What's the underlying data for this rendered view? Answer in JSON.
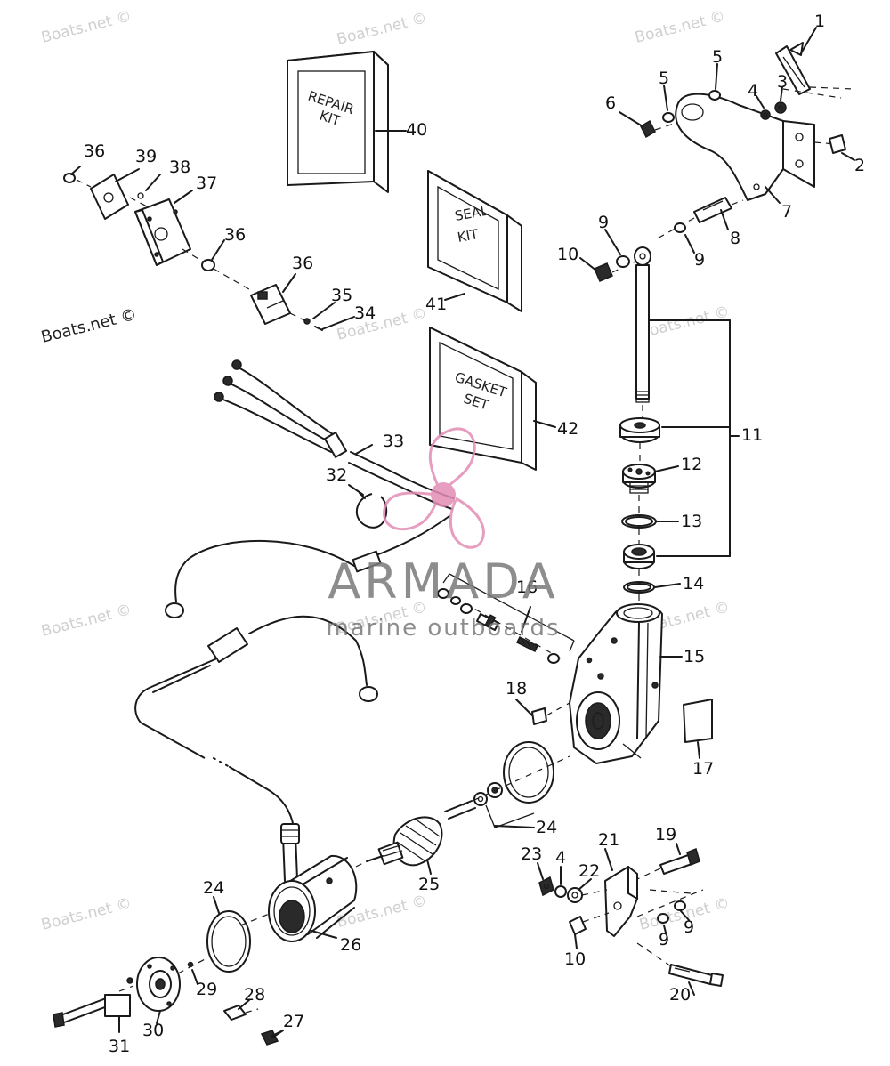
{
  "colors": {
    "ink": "#1a1a1a",
    "watermark": "#cfcfcf",
    "brand_pink": "#e28cb4",
    "brand_gray": "#7a7a7a"
  },
  "watermarks": {
    "text": "Boats.net ©"
  },
  "logo": {
    "name": "ARMADA",
    "tagline": "marine outboards"
  },
  "kits": {
    "repair": [
      "REPAIR",
      "KIT"
    ],
    "seal": [
      "SEAL",
      "KIT"
    ],
    "gasket": [
      "GASKET",
      "SET"
    ]
  },
  "callouts": {
    "n1": "1",
    "n2": "2",
    "n3": "3",
    "n4a": "4",
    "n4b": "4",
    "n5a": "5",
    "n5b": "5",
    "n6": "6",
    "n7": "7",
    "n8": "8",
    "n9a": "9",
    "n9b": "9",
    "n9c": "9",
    "n9d": "9",
    "n10a": "10",
    "n10b": "10",
    "n11": "11",
    "n12": "12",
    "n13": "13",
    "n14": "14",
    "n15": "15",
    "n16": "16",
    "n17": "17",
    "n18": "18",
    "n19": "19",
    "n20": "20",
    "n21": "21",
    "n22": "22",
    "n23": "23",
    "n24a": "24",
    "n24b": "24",
    "n25": "25",
    "n26": "26",
    "n27": "27",
    "n28": "28",
    "n29": "29",
    "n30": "30",
    "n31": "31",
    "n32": "32",
    "n33": "33",
    "n34": "34",
    "n35": "35",
    "n36a": "36",
    "n36b": "36",
    "n36c": "36",
    "n37": "37",
    "n38": "38",
    "n39": "39",
    "n40": "40",
    "n41": "41",
    "n42": "42"
  }
}
